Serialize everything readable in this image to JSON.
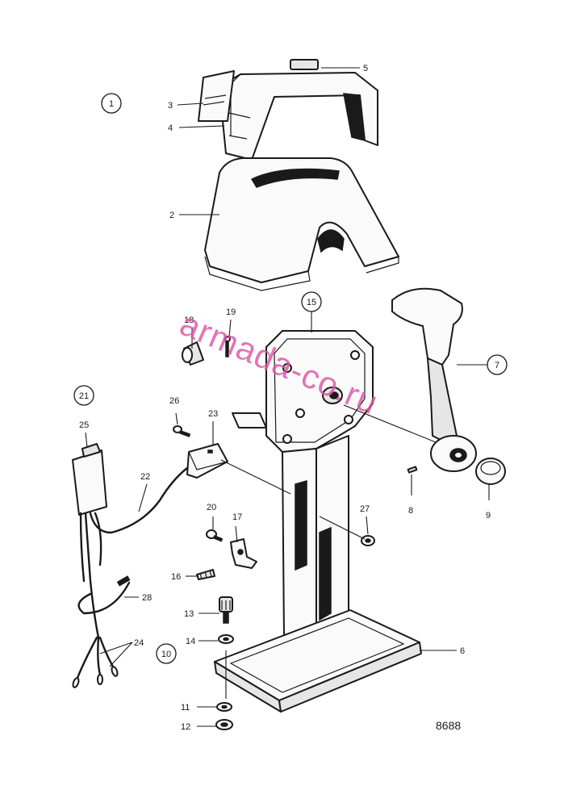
{
  "diagram": {
    "callouts": {
      "c1": "1",
      "c2": "2",
      "c3": "3",
      "c4": "4",
      "c5": "5",
      "c6": "6",
      "c7": "7",
      "c8": "8",
      "c9": "9",
      "c10": "10",
      "c11": "11",
      "c12": "12",
      "c13": "13",
      "c14": "14",
      "c15": "15",
      "c16": "16",
      "c17": "17",
      "c18": "18",
      "c19": "19",
      "c20": "20",
      "c21": "21",
      "c22": "22",
      "c23": "23",
      "c24": "24",
      "c25": "25",
      "c26": "26",
      "c27": "27",
      "c28": "28"
    },
    "figure_number": "8688",
    "watermark": "armada-co.ru"
  }
}
